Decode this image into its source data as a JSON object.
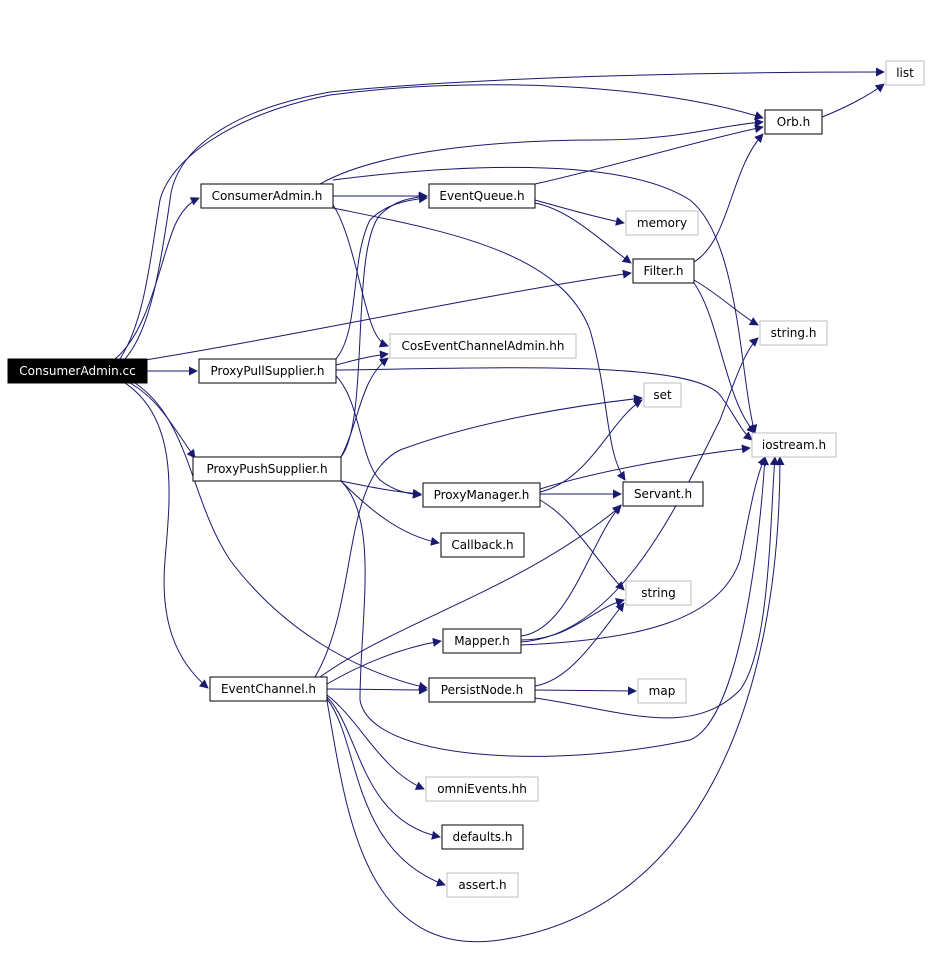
{
  "colors": {
    "edge": "#191970",
    "node_border_solid": "#000000",
    "node_border_external": "#bfbfbf",
    "root_fill": "#000000",
    "root_text": "#ffffff",
    "text": "#000000",
    "background": "#ffffff"
  },
  "nodes": [
    {
      "id": "consumeradmin_cc",
      "label": "ConsumerAdmin.cc",
      "kind": "root"
    },
    {
      "id": "consumeradmin_h",
      "label": "ConsumerAdmin.h",
      "kind": "header"
    },
    {
      "id": "eventqueue_h",
      "label": "EventQueue.h",
      "kind": "header"
    },
    {
      "id": "orb_h",
      "label": "Orb.h",
      "kind": "header"
    },
    {
      "id": "list",
      "label": "list",
      "kind": "external"
    },
    {
      "id": "memory",
      "label": "memory",
      "kind": "external"
    },
    {
      "id": "filter_h",
      "label": "Filter.h",
      "kind": "header"
    },
    {
      "id": "string_h",
      "label": "string.h",
      "kind": "external"
    },
    {
      "id": "coseventchanneladmin_hh",
      "label": "CosEventChannelAdmin.hh",
      "kind": "external"
    },
    {
      "id": "proxypullsupplier_h",
      "label": "ProxyPullSupplier.h",
      "kind": "header"
    },
    {
      "id": "set",
      "label": "set",
      "kind": "external"
    },
    {
      "id": "iostream_h",
      "label": "iostream.h",
      "kind": "external"
    },
    {
      "id": "proxypushsupplier_h",
      "label": "ProxyPushSupplier.h",
      "kind": "header"
    },
    {
      "id": "proxymanager_h",
      "label": "ProxyManager.h",
      "kind": "header"
    },
    {
      "id": "servant_h",
      "label": "Servant.h",
      "kind": "header"
    },
    {
      "id": "callback_h",
      "label": "Callback.h",
      "kind": "header"
    },
    {
      "id": "string",
      "label": "string",
      "kind": "external"
    },
    {
      "id": "mapper_h",
      "label": "Mapper.h",
      "kind": "header"
    },
    {
      "id": "eventchannel_h",
      "label": "EventChannel.h",
      "kind": "header"
    },
    {
      "id": "persistnode_h",
      "label": "PersistNode.h",
      "kind": "header"
    },
    {
      "id": "map",
      "label": "map",
      "kind": "external"
    },
    {
      "id": "omnievents_hh",
      "label": "omniEvents.hh",
      "kind": "external"
    },
    {
      "id": "defaults_h",
      "label": "defaults.h",
      "kind": "header"
    },
    {
      "id": "assert_h",
      "label": "assert.h",
      "kind": "external"
    }
  ],
  "edges": [
    [
      "consumeradmin_cc",
      "consumeradmin_h"
    ],
    [
      "consumeradmin_cc",
      "proxypullsupplier_h"
    ],
    [
      "consumeradmin_cc",
      "proxypushsupplier_h"
    ],
    [
      "consumeradmin_cc",
      "eventchannel_h"
    ],
    [
      "consumeradmin_cc",
      "orb_h"
    ],
    [
      "consumeradmin_cc",
      "list"
    ],
    [
      "consumeradmin_cc",
      "filter_h"
    ],
    [
      "consumeradmin_cc",
      "persistnode_h"
    ],
    [
      "consumeradmin_h",
      "eventqueue_h"
    ],
    [
      "consumeradmin_h",
      "coseventchanneladmin_hh"
    ],
    [
      "consumeradmin_h",
      "orb_h"
    ],
    [
      "consumeradmin_h",
      "servant_h"
    ],
    [
      "consumeradmin_h",
      "iostream_h"
    ],
    [
      "eventqueue_h",
      "memory"
    ],
    [
      "eventqueue_h",
      "filter_h"
    ],
    [
      "eventqueue_h",
      "orb_h"
    ],
    [
      "orb_h",
      "list"
    ],
    [
      "filter_h",
      "orb_h"
    ],
    [
      "filter_h",
      "string_h"
    ],
    [
      "filter_h",
      "iostream_h"
    ],
    [
      "proxypullsupplier_h",
      "coseventchanneladmin_hh"
    ],
    [
      "proxypullsupplier_h",
      "eventqueue_h"
    ],
    [
      "proxypullsupplier_h",
      "proxymanager_h"
    ],
    [
      "proxypullsupplier_h",
      "iostream_h"
    ],
    [
      "proxypushsupplier_h",
      "coseventchanneladmin_hh"
    ],
    [
      "proxypushsupplier_h",
      "eventqueue_h"
    ],
    [
      "proxypushsupplier_h",
      "proxymanager_h"
    ],
    [
      "proxypushsupplier_h",
      "callback_h"
    ],
    [
      "proxypushsupplier_h",
      "iostream_h"
    ],
    [
      "proxymanager_h",
      "servant_h"
    ],
    [
      "proxymanager_h",
      "string"
    ],
    [
      "proxymanager_h",
      "iostream_h"
    ],
    [
      "proxymanager_h",
      "set"
    ],
    [
      "mapper_h",
      "servant_h"
    ],
    [
      "mapper_h",
      "string"
    ],
    [
      "mapper_h",
      "iostream_h"
    ],
    [
      "mapper_h",
      "string_h"
    ],
    [
      "persistnode_h",
      "map"
    ],
    [
      "persistnode_h",
      "string"
    ],
    [
      "persistnode_h",
      "iostream_h"
    ],
    [
      "eventchannel_h",
      "mapper_h"
    ],
    [
      "eventchannel_h",
      "persistnode_h"
    ],
    [
      "eventchannel_h",
      "omnievents_hh"
    ],
    [
      "eventchannel_h",
      "defaults_h"
    ],
    [
      "eventchannel_h",
      "assert_h"
    ],
    [
      "eventchannel_h",
      "set"
    ],
    [
      "eventchannel_h",
      "servant_h"
    ],
    [
      "eventchannel_h",
      "iostream_h"
    ]
  ]
}
